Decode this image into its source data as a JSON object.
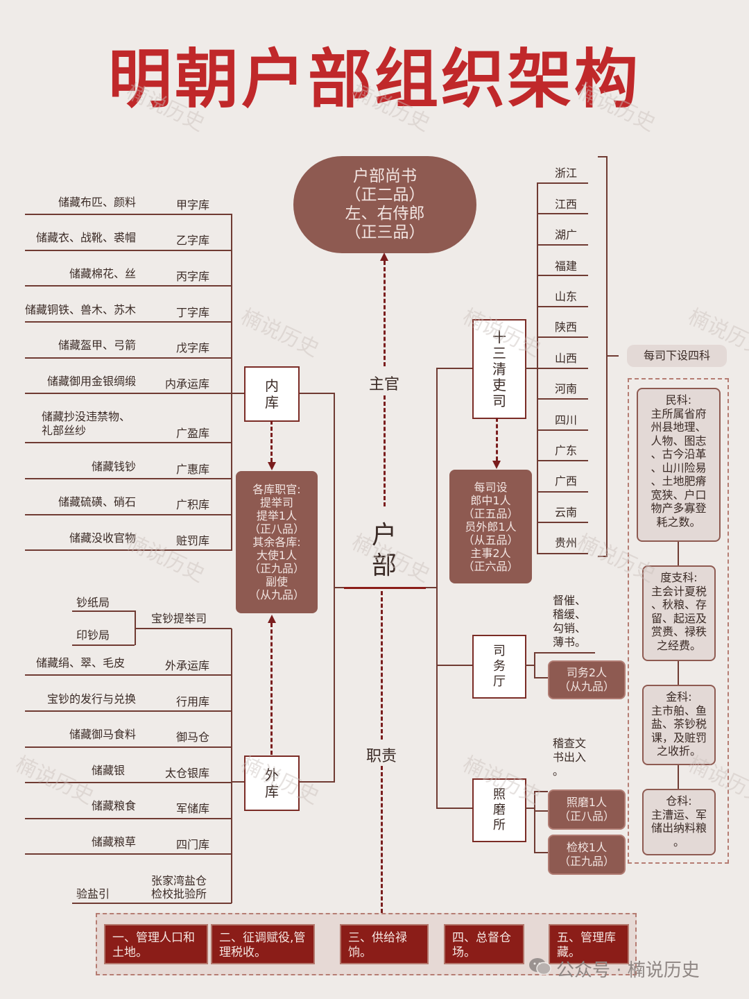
{
  "title": "明朝户部组织架构",
  "central": {
    "minister_box": [
      "户部尚书",
      "（正二品）",
      "左、右侍郎",
      "（正三品）"
    ],
    "chief_label": "主官",
    "hubu_char1": "户",
    "hubu_char2": "部",
    "duty_label": "职责"
  },
  "inner_store": {
    "label_1": "内",
    "label_2": "库"
  },
  "outer_store": {
    "label_1": "外",
    "label_2": "库"
  },
  "store_officials": [
    "各库职官:",
    "提举司",
    "提举1人",
    "（正八品）",
    "其余各库:",
    "大使1人",
    "（正九品）",
    "副使",
    "（从九品）"
  ],
  "inner_stores": [
    {
      "desc": "储藏布匹、颜料",
      "name": "甲字库"
    },
    {
      "desc": "储藏衣、战靴、裘帽",
      "name": "乙字库"
    },
    {
      "desc": "储藏棉花、丝",
      "name": "丙字库"
    },
    {
      "desc": "储藏铜铁、兽木、苏木",
      "name": "丁字库"
    },
    {
      "desc": "储藏盔甲、弓箭",
      "name": "戊字库"
    },
    {
      "desc": "储藏御用金银绸缎",
      "name": "内承运库"
    },
    {
      "desc": "储藏抄没违禁物、礼部丝纱",
      "name": "广盈库"
    },
    {
      "desc": "储藏钱钞",
      "name": "广惠库"
    },
    {
      "desc": "储藏硫磺、硝石",
      "name": "广积库"
    },
    {
      "desc": "储藏没收官物",
      "name": "赃罚库"
    }
  ],
  "treasure_bureau": {
    "sub1": "钞纸局",
    "sub2": "印钞局",
    "name": "宝钞提举司"
  },
  "outer_stores": [
    {
      "desc": "储藏绢、翠、毛皮",
      "name": "外承运库"
    },
    {
      "desc": "宝钞的发行与兑换",
      "name": "行用库"
    },
    {
      "desc": "储藏御马食料",
      "name": "御马仓"
    },
    {
      "desc": "储藏银",
      "name": "太仓银库"
    },
    {
      "desc": "储藏粮食",
      "name": "军储库"
    },
    {
      "desc": "储藏粮草",
      "name": "四门库"
    }
  ],
  "salt": {
    "desc": "验盐引",
    "name_line1": "张家湾盐仓",
    "name_line2": "检校批验所"
  },
  "thirteen_bureaus": {
    "label": [
      "十",
      "三",
      "清",
      "吏",
      "司"
    ]
  },
  "bureau_officials": [
    "每司设",
    "郎中1人",
    "（正五品）",
    "员外郎1人",
    "（从五品）",
    "主事2人",
    "（正六品）"
  ],
  "provinces": [
    "浙江",
    "江西",
    "湖广",
    "福建",
    "山东",
    "陕西",
    "山西",
    "河南",
    "四川",
    "广东",
    "广西",
    "云南",
    "贵州"
  ],
  "four_depts_label": "每司下设四科",
  "departments": [
    {
      "lines": [
        "民科:",
        "主所属省府",
        "州县地理、",
        "人物、图志",
        "、古今沿革",
        "、山川险易",
        "、土地肥瘠",
        "宽狭、户口",
        "物产多寡登",
        "耗之数。"
      ]
    },
    {
      "lines": [
        "度支科:",
        "主会计夏税",
        "、秋粮、存",
        "留、起运及",
        "赏赉、禄秩",
        "之经费。"
      ]
    },
    {
      "lines": [
        "金科:",
        "主市舶、鱼",
        "盐、茶钞税",
        "课，及赃罚",
        "之收折。"
      ]
    },
    {
      "lines": [
        "仓科:",
        "主漕运、军",
        "储出纳料粮",
        "。"
      ]
    }
  ],
  "affairs_office": {
    "label": [
      "司",
      "务",
      "厅"
    ],
    "duty": [
      "督催、",
      "稽缓、",
      "勾销、",
      "薄书。"
    ],
    "staff": [
      "司务2人",
      "（从九品）"
    ]
  },
  "audit_office": {
    "label": [
      "照",
      "磨",
      "所"
    ],
    "duty": [
      "稽查文",
      "书出入",
      "。"
    ],
    "staff1": [
      "照磨1人",
      "（正八品）"
    ],
    "staff2": [
      "检校1人",
      "（正九品）"
    ]
  },
  "responsibilities": [
    "一、管理人口和土地。",
    "二、征调赋役,管理税收。",
    "三、供给禄饷。",
    "四、总督仓场。",
    "五、管理库藏。"
  ],
  "footer": {
    "wechat_label": "公众号 · 楠说历史"
  },
  "watermark": "楠说历史"
}
